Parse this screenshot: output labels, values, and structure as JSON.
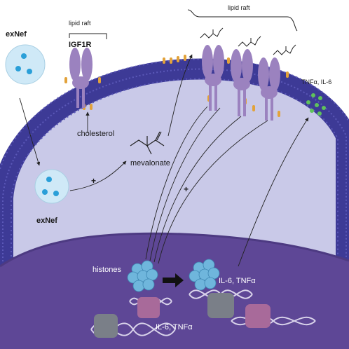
{
  "labels": {
    "exnef_outside": "exNef",
    "exnef_inside": "exNef",
    "lipid_raft_left": "lipid raft",
    "lipid_raft_right": "lipid raft",
    "igf1r": "IGF1R",
    "cholesterol": "cholesterol",
    "mevalonate": "mevalonate",
    "cytokines_out": "TNFα, IL-6",
    "histones": "histones",
    "il6_tnf_right": "IL-6, TNFα",
    "il6_tnf_bottom": "IL-6, TNFα",
    "plus_1": "+",
    "plus_2": "+"
  },
  "colors": {
    "background": "#ffffff",
    "cytoplasm": "#c9c9e8",
    "membrane": "#3d3a96",
    "membrane_lipid": "#5b58b8",
    "nucleus": "#5e4796",
    "receptor": "#9b82bf",
    "raft_dot": "#e2a23a",
    "vesicle": "#cfe9f7",
    "vesicle_dot": "#2a9fd8",
    "histone": "#6fb6dc",
    "cytokine": "#5fc25b",
    "dna": "#d9d3ea",
    "arrow": "#222222"
  },
  "icons": [
    "vesicle-icon",
    "receptor-icon",
    "histone-icon",
    "dna-helix-icon",
    "cytokine-dot-icon",
    "mevalonate-structure-icon",
    "cholesterol-chain-icon"
  ]
}
